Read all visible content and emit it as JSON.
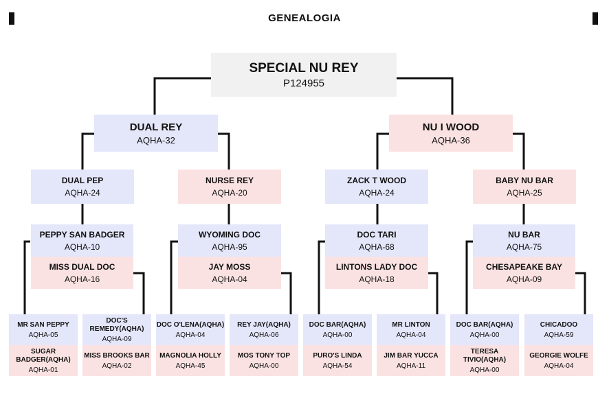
{
  "header": {
    "title": "GENEALOGIA"
  },
  "root": {
    "name": "SPECIAL NU REY",
    "reg": "P124955"
  },
  "sire": {
    "name": "DUAL REY",
    "reg": "AQHA-32"
  },
  "dam": {
    "name": "NU I WOOD",
    "reg": "AQHA-36"
  },
  "gen2": [
    {
      "name": "DUAL PEP",
      "reg": "AQHA-24"
    },
    {
      "name": "NURSE REY",
      "reg": "AQHA-20"
    },
    {
      "name": "ZACK T WOOD",
      "reg": "AQHA-24"
    },
    {
      "name": "BABY NU BAR",
      "reg": "AQHA-25"
    }
  ],
  "gen3": [
    {
      "sire": {
        "name": "PEPPY SAN BADGER",
        "reg": "AQHA-10"
      },
      "dam": {
        "name": "MISS DUAL DOC",
        "reg": "AQHA-16"
      }
    },
    {
      "sire": {
        "name": "WYOMING DOC",
        "reg": "AQHA-95"
      },
      "dam": {
        "name": "JAY MOSS",
        "reg": "AQHA-04"
      }
    },
    {
      "sire": {
        "name": "DOC TARI",
        "reg": "AQHA-68"
      },
      "dam": {
        "name": "LINTONS LADY DOC",
        "reg": "AQHA-18"
      }
    },
    {
      "sire": {
        "name": "NU BAR",
        "reg": "AQHA-75"
      },
      "dam": {
        "name": "CHESAPEAKE BAY",
        "reg": "AQHA-09"
      }
    }
  ],
  "gen4": [
    {
      "sire": {
        "name": "MR SAN PEPPY",
        "reg": "AQHA-05"
      },
      "dam": {
        "name": "SUGAR BADGER(AQHA)",
        "reg": "AQHA-01"
      }
    },
    {
      "sire": {
        "name": "DOC'S REMEDY(AQHA)",
        "reg": "AQHA-09"
      },
      "dam": {
        "name": "MISS BROOKS BAR",
        "reg": "AQHA-02"
      }
    },
    {
      "sire": {
        "name": "DOC O'LENA(AQHA)",
        "reg": "AQHA-04"
      },
      "dam": {
        "name": "MAGNOLIA HOLLY",
        "reg": "AQHA-45"
      }
    },
    {
      "sire": {
        "name": "REY JAY(AQHA)",
        "reg": "AQHA-06"
      },
      "dam": {
        "name": "MOS TONY TOP",
        "reg": "AQHA-00"
      }
    },
    {
      "sire": {
        "name": "DOC BAR(AQHA)",
        "reg": "AQHA-00"
      },
      "dam": {
        "name": "PURO'S LINDA",
        "reg": "AQHA-54"
      }
    },
    {
      "sire": {
        "name": "MR LINTON",
        "reg": "AQHA-04"
      },
      "dam": {
        "name": "JIM BAR YUCCA",
        "reg": "AQHA-11"
      }
    },
    {
      "sire": {
        "name": "DOC BAR(AQHA)",
        "reg": "AQHA-00"
      },
      "dam": {
        "name": "TERESA TIVIO(AQHA)",
        "reg": "AQHA-00"
      }
    },
    {
      "sire": {
        "name": "CHICADOO",
        "reg": "AQHA-59"
      },
      "dam": {
        "name": "GEORGIE WOLFE",
        "reg": "AQHA-04"
      }
    }
  ],
  "colors": {
    "male": "#e4e6fa",
    "female": "#fbe2e2",
    "root": "#f1f1f1",
    "line": "#111111"
  }
}
